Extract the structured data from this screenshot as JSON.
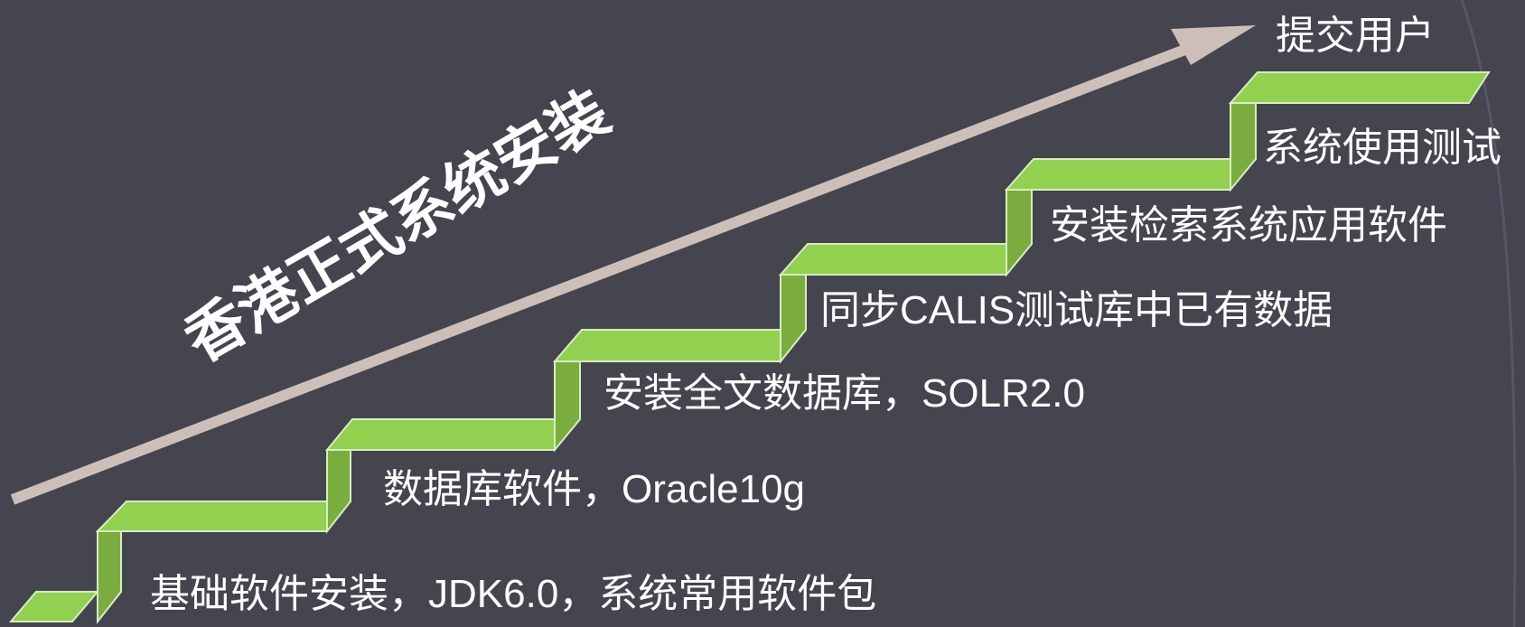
{
  "diagram": {
    "title": "香港正式系统安装",
    "steps": [
      {
        "label": "基础软件安装，JDK6.0，系统常用软件包"
      },
      {
        "label": "数据库软件，Oracle10g"
      },
      {
        "label": "安装全文数据库，SOLR2.0"
      },
      {
        "label": "同步CALIS测试库中已有数据"
      },
      {
        "label": "安装检索系统应用软件"
      },
      {
        "label": "系统使用测试"
      },
      {
        "label": "提交用户"
      }
    ],
    "colors": {
      "background": "#44454f",
      "step_top": "#92d050",
      "step_riser": "#7aad3e",
      "step_edge": "#d8ecc2",
      "arrow": "#cdbfb8",
      "text": "#ffffff"
    }
  }
}
